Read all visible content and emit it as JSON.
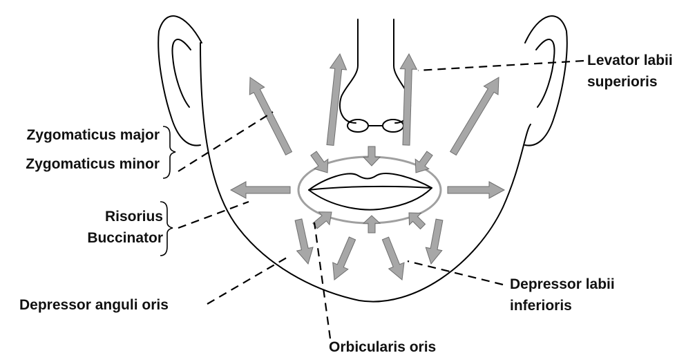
{
  "labels": {
    "zygomaticus_major": "Zygomaticus major",
    "zygomaticus_minor": "Zygomaticus minor",
    "risorius": "Risorius",
    "buccinator": "Buccinator",
    "depressor_anguli_oris": "Depressor anguli oris",
    "orbicularis_oris": "Orbicularis oris",
    "depressor_labii_line1": "Depressor labii",
    "depressor_labii_line2": "inferioris",
    "levator_labii_line1": "Levator labii",
    "levator_labii_line2": "superioris"
  },
  "colors": {
    "arrow_fill": "#a7a7a7",
    "arrow_stroke": "#6e6e6e",
    "lip_ring": "#a0a0a0",
    "outline": "#000000"
  }
}
